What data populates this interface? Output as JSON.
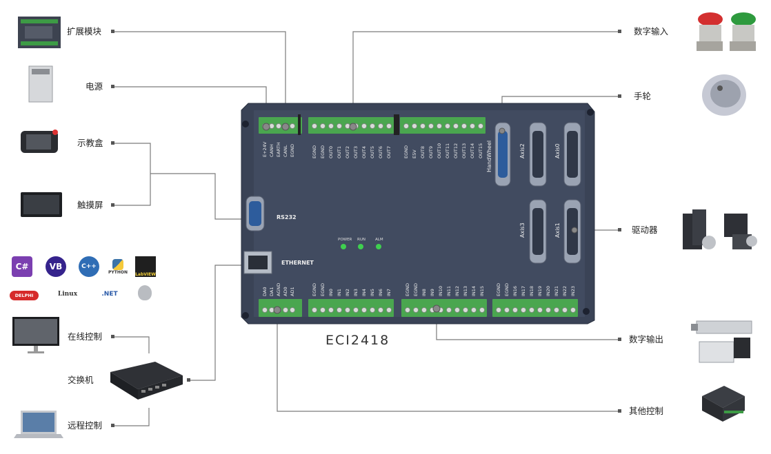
{
  "model": "ECI2418",
  "left_labels": {
    "expansion": "扩展模块",
    "power": "电源",
    "teach": "示教盒",
    "touch": "触摸屏",
    "online": "在线控制",
    "switch": "交换机",
    "remote": "远程控制"
  },
  "right_labels": {
    "din": "数字输入",
    "handwheel": "手轮",
    "driver": "驱动器",
    "dout": "数字输出",
    "other": "其他控制"
  },
  "board_labels": {
    "rs232": "RS232",
    "ethernet": "ETHERNET",
    "power_led": "POWER",
    "run_led": "RUN",
    "alm_led": "ALM",
    "axis0": "Axis0",
    "axis1": "Axis1",
    "axis2": "Axis2",
    "axis3": "Axis3",
    "handwheel": "HandWheel"
  },
  "top_pins": {
    "g1": [
      "E+24V",
      "CANH",
      "EARTH",
      "CANL",
      "EGND"
    ],
    "g2": [
      "EGND",
      "EGND",
      "OUT0",
      "OUT1",
      "OUT2",
      "OUT3",
      "OUT4",
      "OUT5",
      "OUT6",
      "OUT7"
    ],
    "g3": [
      "EGND",
      "E5V",
      "OUT8",
      "OUT9",
      "OUT10",
      "OUT11",
      "OUT12",
      "OUT13",
      "OUT14",
      "OUT15"
    ]
  },
  "bottom_pins": {
    "g1": [
      "DA0",
      "DA1",
      "AGND",
      "AD0",
      "AD1"
    ],
    "g2": [
      "EGND",
      "EGND",
      "IN0",
      "IN1",
      "IN2",
      "IN3",
      "IN4",
      "IN5",
      "IN6",
      "IN7"
    ],
    "g3": [
      "EGND",
      "EGND",
      "IN8",
      "IN9",
      "IN10",
      "IN11",
      "IN12",
      "IN13",
      "IN14",
      "IN15"
    ],
    "g4": [
      "EGND",
      "EGND",
      "IN16",
      "IN17",
      "IN18",
      "IN19",
      "IN20",
      "IN21",
      "IN22",
      "IN23"
    ]
  },
  "languages": [
    "C#",
    "VB",
    "C++",
    "PYTHON",
    "LabVIEW",
    "DELPHI",
    "Linux",
    ".NET"
  ],
  "colors": {
    "board": "#3c4558",
    "terminal": "#49a84f",
    "led": "#3fcf4f",
    "line": "#7a7a7a"
  }
}
